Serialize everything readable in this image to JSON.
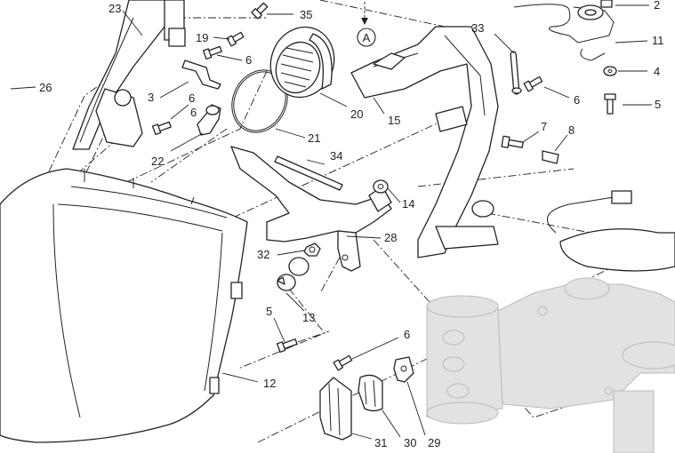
{
  "callout_letter": "A",
  "labels": [
    {
      "id": "23",
      "text": "23"
    },
    {
      "id": "35",
      "text": "35"
    },
    {
      "id": "19",
      "text": "19"
    },
    {
      "id": "6a",
      "text": "6"
    },
    {
      "id": "26",
      "text": "26"
    },
    {
      "id": "3",
      "text": "3"
    },
    {
      "id": "6b",
      "text": "6"
    },
    {
      "id": "6c",
      "text": "6"
    },
    {
      "id": "22",
      "text": "22"
    },
    {
      "id": "20",
      "text": "20"
    },
    {
      "id": "21",
      "text": "21"
    },
    {
      "id": "15",
      "text": "15"
    },
    {
      "id": "33",
      "text": "33"
    },
    {
      "id": "6d",
      "text": "6"
    },
    {
      "id": "7",
      "text": "7"
    },
    {
      "id": "8",
      "text": "8"
    },
    {
      "id": "2",
      "text": "2"
    },
    {
      "id": "11",
      "text": "11"
    },
    {
      "id": "4",
      "text": "4"
    },
    {
      "id": "5a",
      "text": "5"
    },
    {
      "id": "34",
      "text": "34"
    },
    {
      "id": "14",
      "text": "14"
    },
    {
      "id": "28",
      "text": "28"
    },
    {
      "id": "32",
      "text": "32"
    },
    {
      "id": "13",
      "text": "13"
    },
    {
      "id": "5b",
      "text": "5"
    },
    {
      "id": "12",
      "text": "12"
    },
    {
      "id": "6e",
      "text": "6"
    },
    {
      "id": "31",
      "text": "31"
    },
    {
      "id": "30",
      "text": "30"
    },
    {
      "id": "29",
      "text": "29"
    }
  ]
}
